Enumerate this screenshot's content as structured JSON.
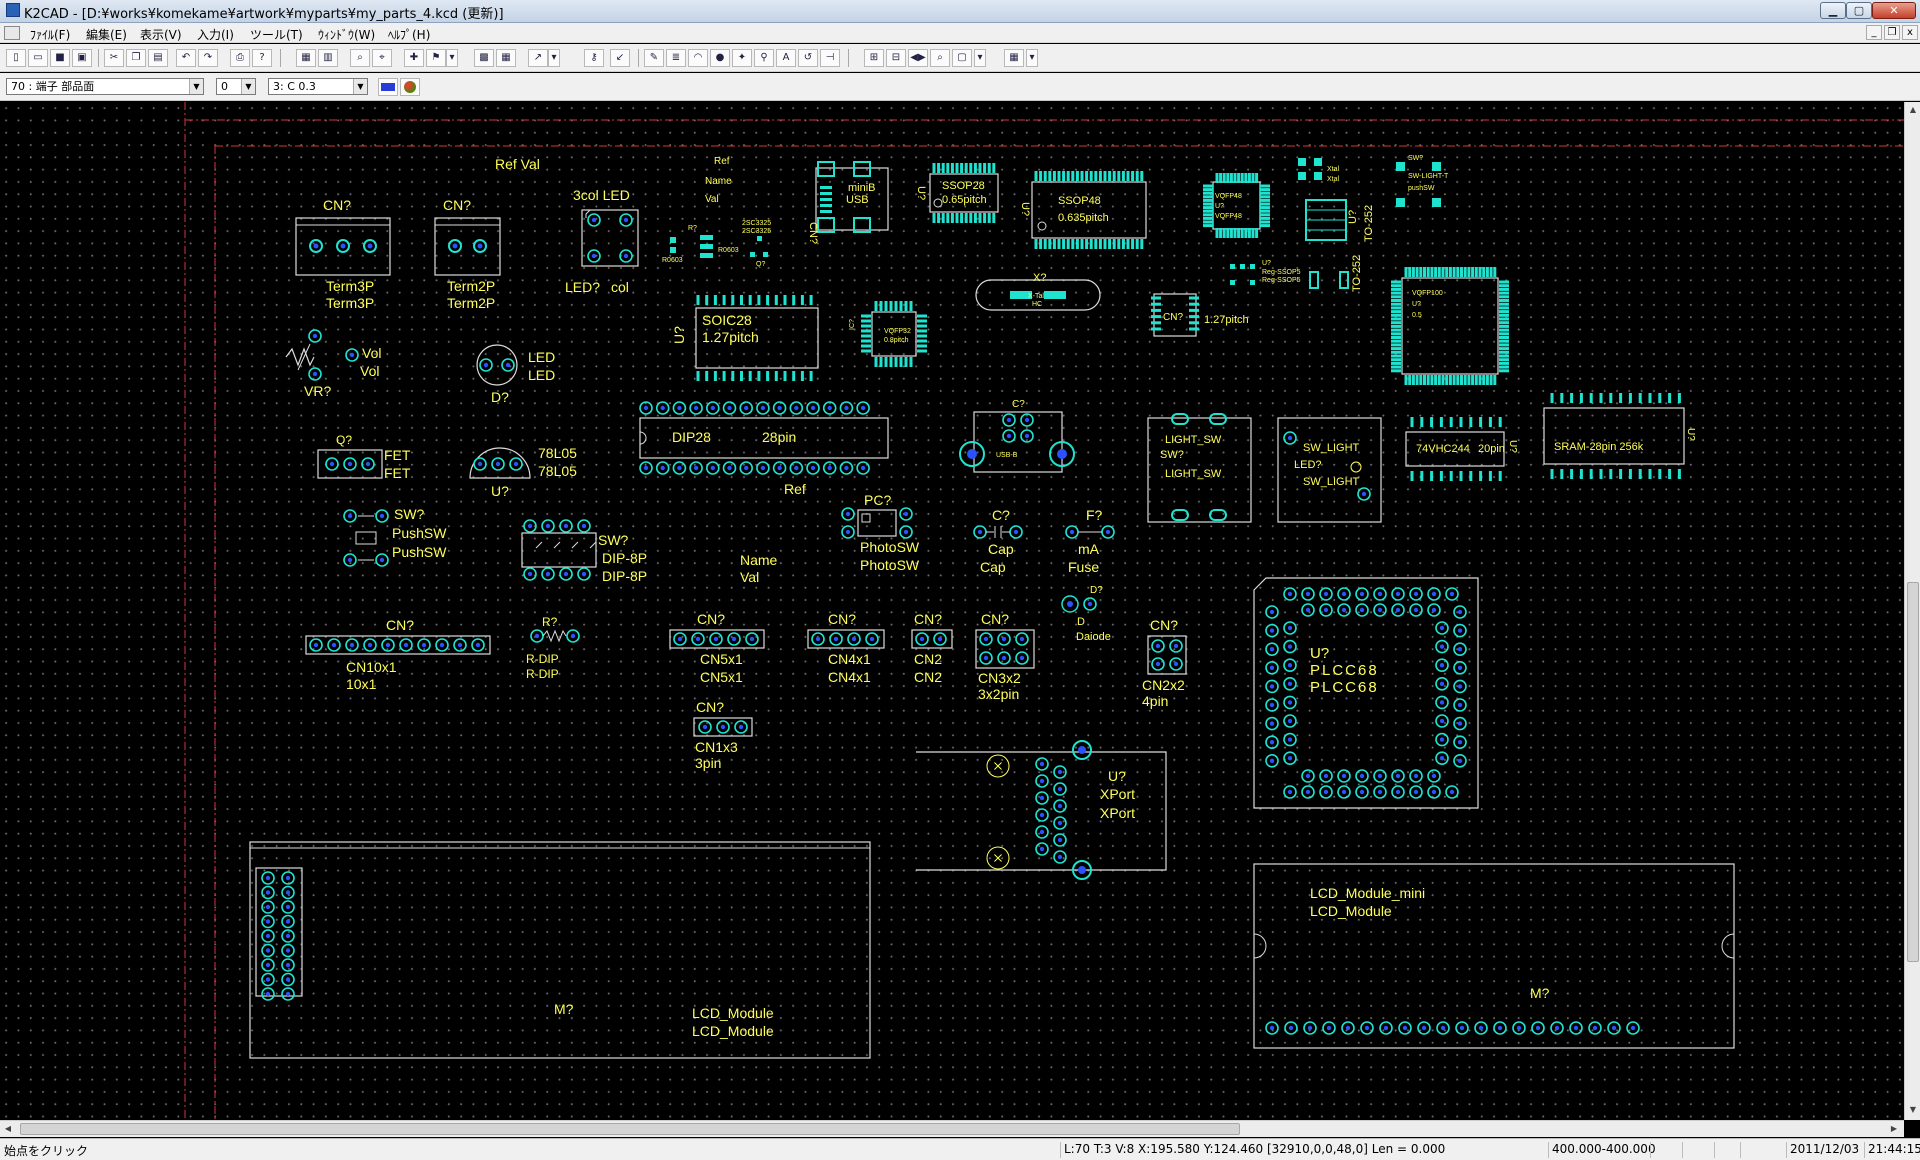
{
  "window": {
    "title": "K2CAD - [D:¥works¥komekame¥artwork¥myparts¥my_parts_4.kcd (更新)]"
  },
  "menu": {
    "items": [
      "ﾌｧｲﾙ(F)",
      "編集(E)",
      "表示(V)",
      "入力(I)",
      "ツール(T)",
      "ｳｨﾝﾄﾞｳ(W)",
      "ﾍﾙﾌﾟ(H)"
    ]
  },
  "toolbar2": {
    "layer": "70 : 端子 部品面",
    "small": "0",
    "grid": "3: C 0.3"
  },
  "labels": {
    "ref_val": "Ref  Val",
    "term3p_ref": "CN?",
    "term3p_a": "Term3P",
    "term3p_b": "Term3P",
    "term2p_ref": "CN?",
    "term2p_a": "Term2P",
    "term2p_b": "Term2P",
    "led3_title": "3col LED",
    "led3_ref": "LED?",
    "led3_val": "col",
    "small_ref": "Ref",
    "small_name": "Name",
    "small_val": "Val",
    "minib_a": "miniB",
    "minib_b": "USB",
    "minib_ref": "CN?",
    "ssop28_a": "SSOP28",
    "ssop28_b": "0.65pitch",
    "ssop28_ref": "U?",
    "ssop48_a": "SSOP48",
    "ssop48_b": "0.635pitch",
    "ssop48_ref": "U?",
    "vqfp48_a": "VQFP48",
    "vqfp48_b": "U?",
    "vqfp48_c": "VQFP48",
    "xtal_a": "Xtal",
    "xtal_b": "Xtal",
    "sw_a": "SW?",
    "sw_b": "SW-LIGHT-T",
    "sw_c": "pushSW",
    "to252_a": "U?",
    "to252_b": "TO-252",
    "to252_c": "TO-252",
    "tr_a": "2SC3325",
    "tr_b": "2SC3325",
    "tr_c": "Q?",
    "r_a": "R0603",
    "r_b": "R?",
    "r_c": "R0603",
    "soic_a": "SOIC28",
    "soic_b": "1.27pitch",
    "soic_ref": "U?",
    "vqfp32_a": "VQFP32",
    "vqfp32_b": "0.8pitch",
    "vqfp32_ref": "IC?",
    "xtal2_ref": "X?",
    "xtal2_a": "X-Tal",
    "xtal2_b": "HC",
    "cn127_ref": "CN?",
    "cn127_a": "1.27pitch",
    "vqfp100_a": "VQFP100",
    "vqfp100_b": "U?",
    "vqfp100_c": "0.5",
    "reg_a": "U?",
    "reg_b": "Reg-SSOP5",
    "reg_c": "Reg-SSOP5",
    "vr_ref": "VR?",
    "vr_a": "Vol",
    "vr_b": "Vol",
    "led_ref": "D?",
    "led_a": "LED",
    "led_b": "LED",
    "dip28_a": "DIP28",
    "dip28_b": "28pin",
    "dip28_ref": "Ref",
    "usbb_ref": "C?",
    "usbb_a": "USB-B",
    "lsw_a": "LIGHT_SW",
    "lsw_b": "SW?",
    "lsw_c": "LIGHT_SW",
    "swl_a": "SW_LIGHT",
    "swl_b": "LED?",
    "swl_c": "SW_LIGHT",
    "hc244_a": "74VHC244",
    "hc244_b": "20pin",
    "hc244_ref": "U?",
    "sram_a": "SRAM-28pin 256k",
    "sram_ref": "U?",
    "fet_ref": "Q?",
    "fet_a": "FET",
    "fet_b": "FET",
    "reg_ref": "U?",
    "reg78_a": "78L05",
    "reg78_b": "78L05",
    "push_ref": "SW?",
    "push_a": "PushSW",
    "push_b": "PushSW",
    "dip8_ref": "SW?",
    "dip8_a": "DIP-8P",
    "dip8_b": "DIP-8P",
    "name": "Name",
    "val": "Val",
    "psw_ref": "PC?",
    "psw_a": "PhotoSW",
    "psw_b": "PhotoSW",
    "cap_ref": "C?",
    "cap_a": "Cap",
    "cap_b": "Cap",
    "fuse_ref": "F?",
    "fuse_a": "mA",
    "fuse_b": "Fuse",
    "diode_ref": "D?",
    "diode_a": "D",
    "diode_b": "Daiode",
    "cn10_ref": "CN?",
    "cn10_a": "CN10x1",
    "cn10_b": "10x1",
    "rdip_ref": "R?",
    "rdip_a": "R-DIP",
    "rdip_b": "R-DIP",
    "cn5_ref": "CN?",
    "cn5_a": "CN5x1",
    "cn5_b": "CN5x1",
    "cn4_ref": "CN?",
    "cn4_a": "CN4x1",
    "cn4_b": "CN4x1",
    "cn2_ref": "CN?",
    "cn2_a": "CN2",
    "cn2_b": "CN2",
    "cn3x2_ref": "CN?",
    "cn3x2_a": "CN3x2",
    "cn3x2_b": "3x2pin",
    "cn2x2_ref": "CN?",
    "cn2x2_a": "CN2x2",
    "cn2x2_b": "4pin",
    "cn1x3_ref": "CN?",
    "cn1x3_a": "CN1x3",
    "cn1x3_b": "3pin",
    "plcc_a": "U?",
    "plcc_b": "PLCC68",
    "plcc_c": "PLCC68",
    "xport_a": "U?",
    "xport_b": "XPort",
    "xport_c": "XPort",
    "lcd_ref": "M?",
    "lcd_a": "LCD_Module",
    "lcd_b": "LCD_Module",
    "lcdm_a": "LCD_Module_mini",
    "lcdm_b": "LCD_Module",
    "lcdm_ref": "M?"
  },
  "status": {
    "hint": "始点をクリック",
    "coords": "L:70 T:3 V:8 X:195.580 Y:124.460 [32910,0,0,48,0] Len = 0.000",
    "range": "400.000-400.000",
    "date": "2011/12/03",
    "time": "21:44:15"
  }
}
